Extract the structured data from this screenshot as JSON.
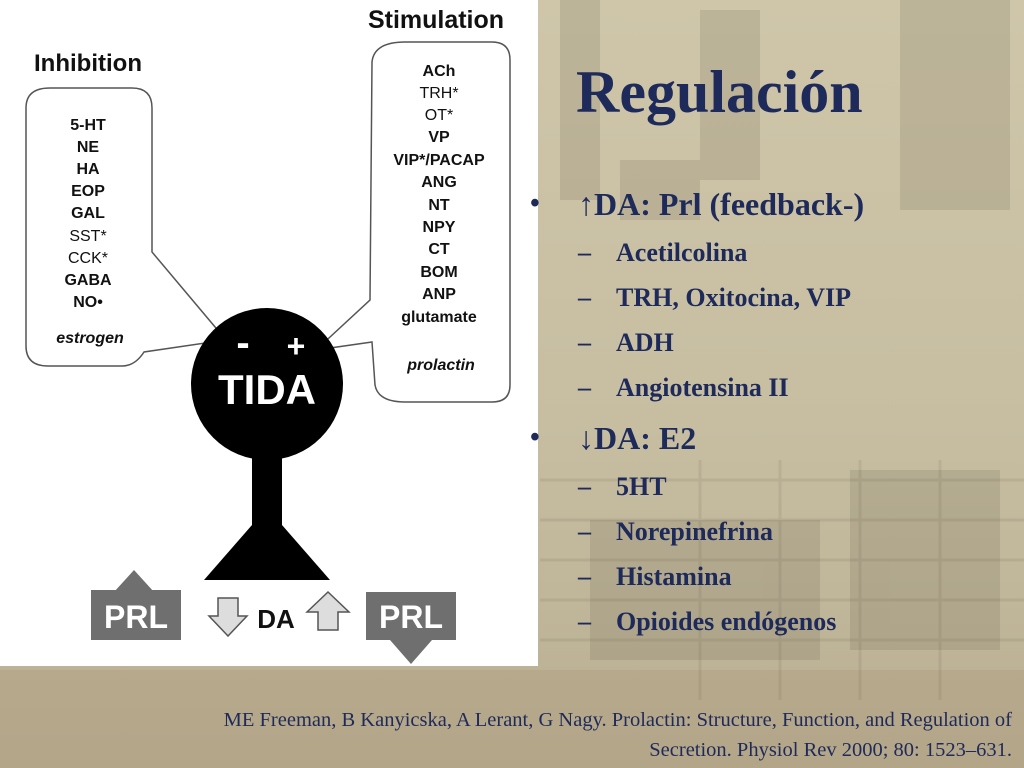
{
  "slide": {
    "title": "Regulación",
    "bullets": [
      {
        "text": "↑DA: Prl (feedback-)",
        "subitems": [
          "Acetilcolina",
          "TRH, Oxitocina, VIP",
          "ADH",
          "Angiotensina II"
        ]
      },
      {
        "text": "↓DA: E2",
        "subitems": [
          "5HT",
          "Norepinefrina",
          "Histamina",
          "Opioides endógenos"
        ]
      }
    ],
    "reference_line1": "ME Freeman, B Kanyicska, A Lerant, G Nagy. Prolactin: Structure, Function, and Regulation of",
    "reference_line2": "Secretion. Physiol Rev 2000; 80: 1523–631."
  },
  "figure": {
    "inhibition_label": "Inhibition",
    "stimulation_label": "Stimulation",
    "inhibitors": [
      "5-HT",
      "NE",
      "HA",
      "EOP",
      "GAL",
      "SST*",
      "CCK*",
      "GABA",
      "NO•"
    ],
    "inhibitor_extra": "estrogen",
    "stimulators": [
      "ACh",
      "TRH*",
      "OT*",
      "VP",
      "VIP*/PACAP",
      "ANG",
      "NT",
      "NPY",
      "CT",
      "BOM",
      "ANP",
      "glutamate"
    ],
    "stimulator_extra": "prolactin",
    "minus": "-",
    "plus": "+",
    "neuron_label": "TIDA",
    "prl_left": "PRL",
    "da_label": "DA",
    "prl_right": "PRL"
  },
  "colors": {
    "text_navy": "#1e2a5a",
    "background": "#c9c0a4",
    "figure_black": "#000000",
    "prl_gray": "#6f6f6f"
  }
}
